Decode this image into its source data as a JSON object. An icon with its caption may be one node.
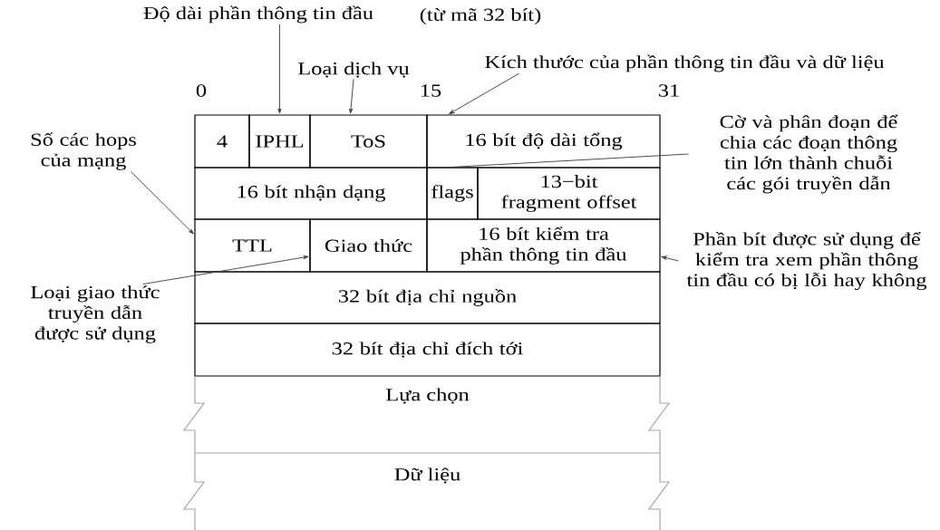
{
  "diagram": {
    "nodes": [
      {
        "text": [
          "Độ dài phần thông tin đầu"
        ]
      },
      {
        "text": [
          "Loại dịch vụ"
        ]
      },
      {
        "text": [
          "Kích thước của phần thông tin đầu và dữ liệu"
        ]
      },
      {
        "text": [
          "Số các hops của mạng"
        ]
      },
      {
        "text": [
          "Cờ và phân đoạn để chia các đoạn thông tin lớn thành chuỗi các gói truyền dẫn"
        ]
      },
      {
        "text": [
          "4"
        ]
      },
      {
        "text": [
          "IPHL"
        ]
      },
      {
        "text": [
          "ToS"
        ]
      },
      {
        "text": [
          "16 bít độ dài tổng"
        ]
      },
      {
        "text": [
          "16 bít nhận dạng"
        ]
      },
      {
        "text": [
          "flags"
        ]
      },
      {
        "text": [
          "13−bit fragment offset"
        ]
      },
      {
        "text": [
          "TTL"
        ]
      },
      {
        "text": [
          "Giao thức"
        ]
      },
      {
        "text": [
          "16 bít kiểm tra phần thông tin đầu"
        ]
      },
      {
        "text": [
          "Phần bít được sử dụng để kiểm tra xem phần thông tin đầu có bị lỗi hay không"
        ]
      },
      {
        "text": [
          "Loại giao thức truyền dẫn được sử dụng"
        ]
      },
      {
        "text": [
          "32 bít địa chỉ nguồn"
        ]
      },
      {
        "text": [
          "32 bít địa chỉ đích tới"
        ]
      },
      {
        "text": [
          "Lựa chọn"
        ]
      },
      {
        "text": [
          "Dữ liệu"
        ]
      }
    ],
    "edges": [
      {
        "from": 0,
        "to": 6,
        "arrow": "to"
      },
      {
        "from": 1,
        "to": 7,
        "arrow": "to"
      },
      {
        "from": 2,
        "to": 8,
        "arrow": "to"
      },
      {
        "from": 3,
        "to": 12,
        "arrow": "to"
      },
      {
        "from": 4,
        "to": 10,
        "arrow": "none"
      },
      {
        "from": 15,
        "to": 14,
        "arrow": "to"
      },
      {
        "from": 16,
        "to": 13,
        "arrow": "to"
      }
    ],
    "labels": [
      "(từ mã 32 bít)",
      "0",
      "15",
      "31"
    ]
  }
}
